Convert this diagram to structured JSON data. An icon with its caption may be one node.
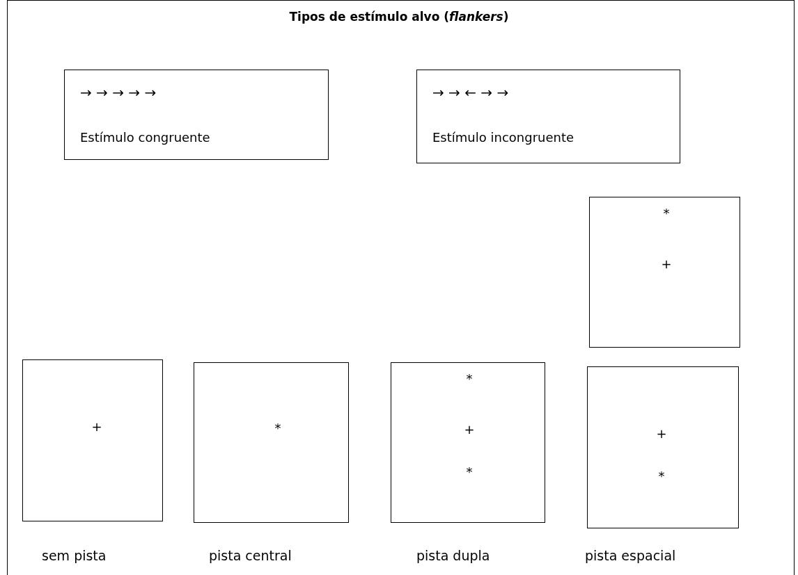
{
  "diagram": {
    "title": "Tipos de estímulo alvo (*flankers*)",
    "nodes": [
      {
        "text": [
          "→ → → → →",
          "Estímulo congruente"
        ]
      },
      {
        "text": [
          "→ → ← → →",
          "Estímulo incongruente"
        ]
      },
      {
        "text": [
          "*",
          "+"
        ]
      },
      {
        "text": [
          "+"
        ],
        "beside": [
          "sem pista"
        ]
      },
      {
        "text": [
          "*"
        ],
        "beside": [
          "pista central"
        ]
      },
      {
        "text": [
          "*",
          "+",
          "*"
        ],
        "beside": [
          "pista dupla"
        ]
      },
      {
        "text": [
          "+",
          "*"
        ],
        "beside": [
          "pista espacial"
        ]
      }
    ]
  }
}
